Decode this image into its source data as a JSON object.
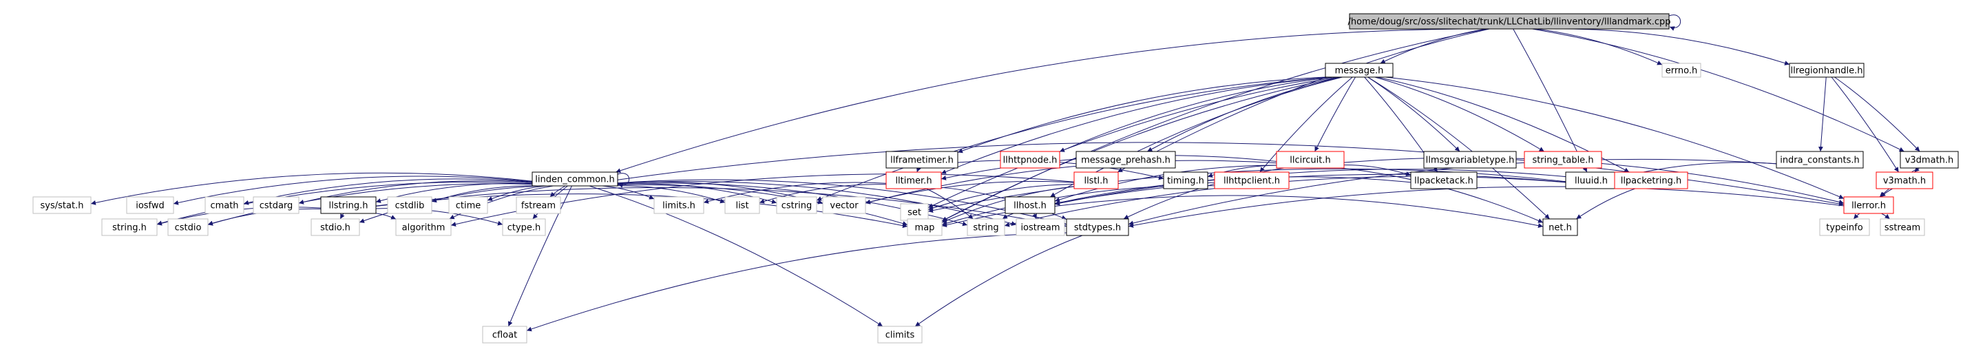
{
  "diagram": {
    "colors": {
      "root_fill": "#bfbfbf",
      "documented_border": "#000000",
      "undocumented_border": "#bfbfbf",
      "truncated_border": "#ff0000",
      "edge": "#191970",
      "text": "#000000"
    },
    "nodes": [
      {
        "id": "root",
        "label": "/home/doug/src/oss/slitechat/trunk/LLChatLib/llinventory/lllandmark.cpp",
        "kind": "root"
      },
      {
        "id": "message",
        "label": "message.h",
        "kind": "documented"
      },
      {
        "id": "errno",
        "label": "errno.h",
        "kind": "external"
      },
      {
        "id": "llregionhandle",
        "label": "llregionhandle.h",
        "kind": "documented"
      },
      {
        "id": "llframetimer",
        "label": "llframetimer.h",
        "kind": "documented"
      },
      {
        "id": "llhttpnode",
        "label": "llhttpnode.h",
        "kind": "truncated"
      },
      {
        "id": "message_prehash",
        "label": "message_prehash.h",
        "kind": "documented"
      },
      {
        "id": "llcircuit",
        "label": "llcircuit.h",
        "kind": "truncated"
      },
      {
        "id": "llmsgvariabletype",
        "label": "llmsgvariabletype.h",
        "kind": "documented"
      },
      {
        "id": "string_table",
        "label": "string_table.h",
        "kind": "truncated"
      },
      {
        "id": "indra_constants",
        "label": "indra_constants.h",
        "kind": "documented"
      },
      {
        "id": "v3dmath",
        "label": "v3dmath.h",
        "kind": "documented"
      },
      {
        "id": "linden_common",
        "label": "linden_common.h",
        "kind": "documented"
      },
      {
        "id": "lltimer",
        "label": "lltimer.h",
        "kind": "truncated"
      },
      {
        "id": "llstl",
        "label": "llstl.h",
        "kind": "truncated"
      },
      {
        "id": "timing",
        "label": "timing.h",
        "kind": "documented"
      },
      {
        "id": "llhttpclient",
        "label": "llhttpclient.h",
        "kind": "truncated"
      },
      {
        "id": "llpacketack",
        "label": "llpacketack.h",
        "kind": "documented"
      },
      {
        "id": "lluuid",
        "label": "lluuid.h",
        "kind": "documented"
      },
      {
        "id": "llpacketring",
        "label": "llpacketring.h",
        "kind": "truncated"
      },
      {
        "id": "v3math",
        "label": "v3math.h",
        "kind": "truncated"
      },
      {
        "id": "sysstat",
        "label": "sys/stat.h",
        "kind": "external"
      },
      {
        "id": "iosfwd",
        "label": "iosfwd",
        "kind": "external"
      },
      {
        "id": "cmath",
        "label": "cmath",
        "kind": "external"
      },
      {
        "id": "cstdarg",
        "label": "cstdarg",
        "kind": "external"
      },
      {
        "id": "llstring",
        "label": "llstring.h",
        "kind": "documented"
      },
      {
        "id": "cstdlib",
        "label": "cstdlib",
        "kind": "external"
      },
      {
        "id": "ctime",
        "label": "ctime",
        "kind": "external"
      },
      {
        "id": "fstream",
        "label": "fstream",
        "kind": "external"
      },
      {
        "id": "limits",
        "label": "limits.h",
        "kind": "external"
      },
      {
        "id": "list",
        "label": "list",
        "kind": "external"
      },
      {
        "id": "cstring",
        "label": "cstring",
        "kind": "external"
      },
      {
        "id": "vector",
        "label": "vector",
        "kind": "external"
      },
      {
        "id": "set",
        "label": "set",
        "kind": "external"
      },
      {
        "id": "llhost",
        "label": "llhost.h",
        "kind": "documented"
      },
      {
        "id": "llerror",
        "label": "llerror.h",
        "kind": "truncated"
      },
      {
        "id": "stringh",
        "label": "string.h",
        "kind": "external"
      },
      {
        "id": "cstdio",
        "label": "cstdio",
        "kind": "external"
      },
      {
        "id": "stdio",
        "label": "stdio.h",
        "kind": "external"
      },
      {
        "id": "algorithm",
        "label": "algorithm",
        "kind": "external"
      },
      {
        "id": "ctype",
        "label": "ctype.h",
        "kind": "external"
      },
      {
        "id": "map",
        "label": "map",
        "kind": "external"
      },
      {
        "id": "string",
        "label": "string",
        "kind": "external"
      },
      {
        "id": "iostream",
        "label": "iostream",
        "kind": "external"
      },
      {
        "id": "stdtypes",
        "label": "stdtypes.h",
        "kind": "documented"
      },
      {
        "id": "net",
        "label": "net.h",
        "kind": "documented"
      },
      {
        "id": "typeinfo",
        "label": "typeinfo",
        "kind": "external"
      },
      {
        "id": "sstream",
        "label": "sstream",
        "kind": "external"
      },
      {
        "id": "cfloat",
        "label": "cfloat",
        "kind": "external"
      },
      {
        "id": "climits",
        "label": "climits",
        "kind": "external"
      }
    ],
    "edges": [
      [
        "root",
        "root"
      ],
      [
        "root",
        "message"
      ],
      [
        "root",
        "errno"
      ],
      [
        "root",
        "llregionhandle"
      ],
      [
        "root",
        "v3dmath"
      ],
      [
        "root",
        "linden_common"
      ],
      [
        "root",
        "llstl"
      ],
      [
        "root",
        "map"
      ],
      [
        "root",
        "lluuid"
      ],
      [
        "message",
        "llframetimer"
      ],
      [
        "message",
        "llhttpnode"
      ],
      [
        "message",
        "message_prehash"
      ],
      [
        "message",
        "llcircuit"
      ],
      [
        "message",
        "llmsgvariabletype"
      ],
      [
        "message",
        "string_table"
      ],
      [
        "message",
        "llpacketring"
      ],
      [
        "message",
        "llpacketack"
      ],
      [
        "message",
        "lltimer"
      ],
      [
        "message",
        "llhttpclient"
      ],
      [
        "message",
        "cstring"
      ],
      [
        "message",
        "set"
      ],
      [
        "message",
        "map"
      ],
      [
        "message",
        "net"
      ],
      [
        "message",
        "llerror"
      ],
      [
        "message",
        "llhost"
      ],
      [
        "llregionhandle",
        "indra_constants"
      ],
      [
        "llregionhandle",
        "v3math"
      ],
      [
        "llregionhandle",
        "v3dmath"
      ],
      [
        "llframetimer",
        "lltimer"
      ],
      [
        "llframetimer",
        "timing"
      ],
      [
        "llcircuit",
        "lltimer"
      ],
      [
        "llcircuit",
        "timing"
      ],
      [
        "llcircuit",
        "llpacketack"
      ],
      [
        "llcircuit",
        "llhost"
      ],
      [
        "llcircuit",
        "vector"
      ],
      [
        "llcircuit",
        "stdtypes"
      ],
      [
        "llcircuit",
        "net"
      ],
      [
        "llcircuit",
        "llerror"
      ],
      [
        "indra_constants",
        "lluuid"
      ],
      [
        "indra_constants",
        "stdtypes"
      ],
      [
        "v3dmath",
        "v3math"
      ],
      [
        "v3dmath",
        "llerror"
      ],
      [
        "v3math",
        "llerror"
      ],
      [
        "linden_common",
        "linden_common"
      ],
      [
        "linden_common",
        "sysstat"
      ],
      [
        "linden_common",
        "iosfwd"
      ],
      [
        "linden_common",
        "cmath"
      ],
      [
        "linden_common",
        "cstdarg"
      ],
      [
        "linden_common",
        "llstring"
      ],
      [
        "linden_common",
        "cstdlib"
      ],
      [
        "linden_common",
        "ctime"
      ],
      [
        "linden_common",
        "fstream"
      ],
      [
        "linden_common",
        "limits"
      ],
      [
        "linden_common",
        "list"
      ],
      [
        "linden_common",
        "cstring"
      ],
      [
        "linden_common",
        "vector"
      ],
      [
        "linden_common",
        "llerror"
      ],
      [
        "linden_common",
        "stringh"
      ],
      [
        "linden_common",
        "cstdio"
      ],
      [
        "linden_common",
        "stdio"
      ],
      [
        "linden_common",
        "algorithm"
      ],
      [
        "linden_common",
        "ctype"
      ],
      [
        "linden_common",
        "map"
      ],
      [
        "linden_common",
        "string"
      ],
      [
        "linden_common",
        "iostream"
      ],
      [
        "linden_common",
        "stdtypes"
      ],
      [
        "linden_common",
        "cfloat"
      ],
      [
        "linden_common",
        "climits"
      ],
      [
        "llstring",
        "stringh"
      ],
      [
        "llstring",
        "cstdio"
      ],
      [
        "llstring",
        "stdio"
      ],
      [
        "llstring",
        "algorithm"
      ],
      [
        "llstring",
        "ctype"
      ],
      [
        "llstring",
        "map"
      ],
      [
        "llstring",
        "stdtypes"
      ],
      [
        "lltimer",
        "limits"
      ],
      [
        "lltimer",
        "list"
      ],
      [
        "lltimer",
        "string"
      ],
      [
        "lltimer",
        "stdtypes"
      ],
      [
        "llstl",
        "vector"
      ],
      [
        "llstl",
        "set"
      ],
      [
        "llstl",
        "map"
      ],
      [
        "llstl",
        "algorithm"
      ],
      [
        "llhttpclient",
        "map"
      ],
      [
        "llpacketack",
        "llhost"
      ],
      [
        "lluuid",
        "set"
      ],
      [
        "lluuid",
        "string"
      ],
      [
        "lluuid",
        "map"
      ],
      [
        "llpacketring",
        "llhost"
      ],
      [
        "llpacketring",
        "net"
      ],
      [
        "llhost",
        "string"
      ],
      [
        "llhost",
        "net"
      ],
      [
        "llhost",
        "iostream"
      ],
      [
        "llerror",
        "typeinfo"
      ],
      [
        "llerror",
        "sstream"
      ],
      [
        "llerror",
        "stdtypes"
      ],
      [
        "stdtypes",
        "cfloat"
      ],
      [
        "stdtypes",
        "climits"
      ]
    ]
  }
}
